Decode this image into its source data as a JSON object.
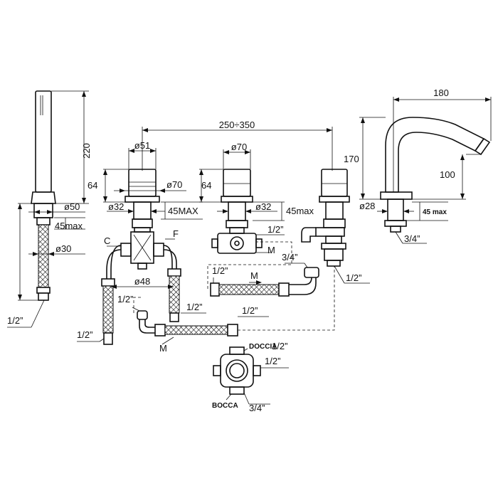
{
  "labels": {
    "handshower_height": "220",
    "handshower_dia50": "ø50",
    "handshower_45max": "45max",
    "handshower_dia30": "ø30",
    "handshower_conn": "1/2”",
    "center_dist": "250÷350",
    "mixer_dia51": "ø51",
    "mixer_64": "64",
    "mixer_dia70": "ø70",
    "mixer_dia32": "ø32",
    "mixer_45max": "45MAX",
    "mixer_C": "C",
    "mixer_F": "F",
    "mixer_dia48": "ø48",
    "mixer_left_half1": "1/2”",
    "mixer_left_half2": "1/2”",
    "mixer_left_half3": "1/2”",
    "diverter_dia70": "ø70",
    "diverter_64": "64",
    "diverter_dia32": "ø32",
    "diverter_45max": "45max",
    "diverter_half": "1/2”",
    "diverter_M": "M",
    "hose_half1": "1/2”",
    "hose_M1": "M",
    "hose_half2": "1/2”",
    "hose_M2": "M",
    "valve_34": "3/4”",
    "valve_half": "1/2”",
    "spout_180": "180",
    "spout_170": "170",
    "spout_100": "100",
    "spout_dia28": "ø28",
    "spout_45max": "45 max",
    "spout_34": "3/4”",
    "doccia_label": "DOCCIA",
    "doccia_half": "1/2”",
    "body_half": "1/2”",
    "bocca_label": "BOCCA",
    "bocca_34": "3/4”"
  }
}
